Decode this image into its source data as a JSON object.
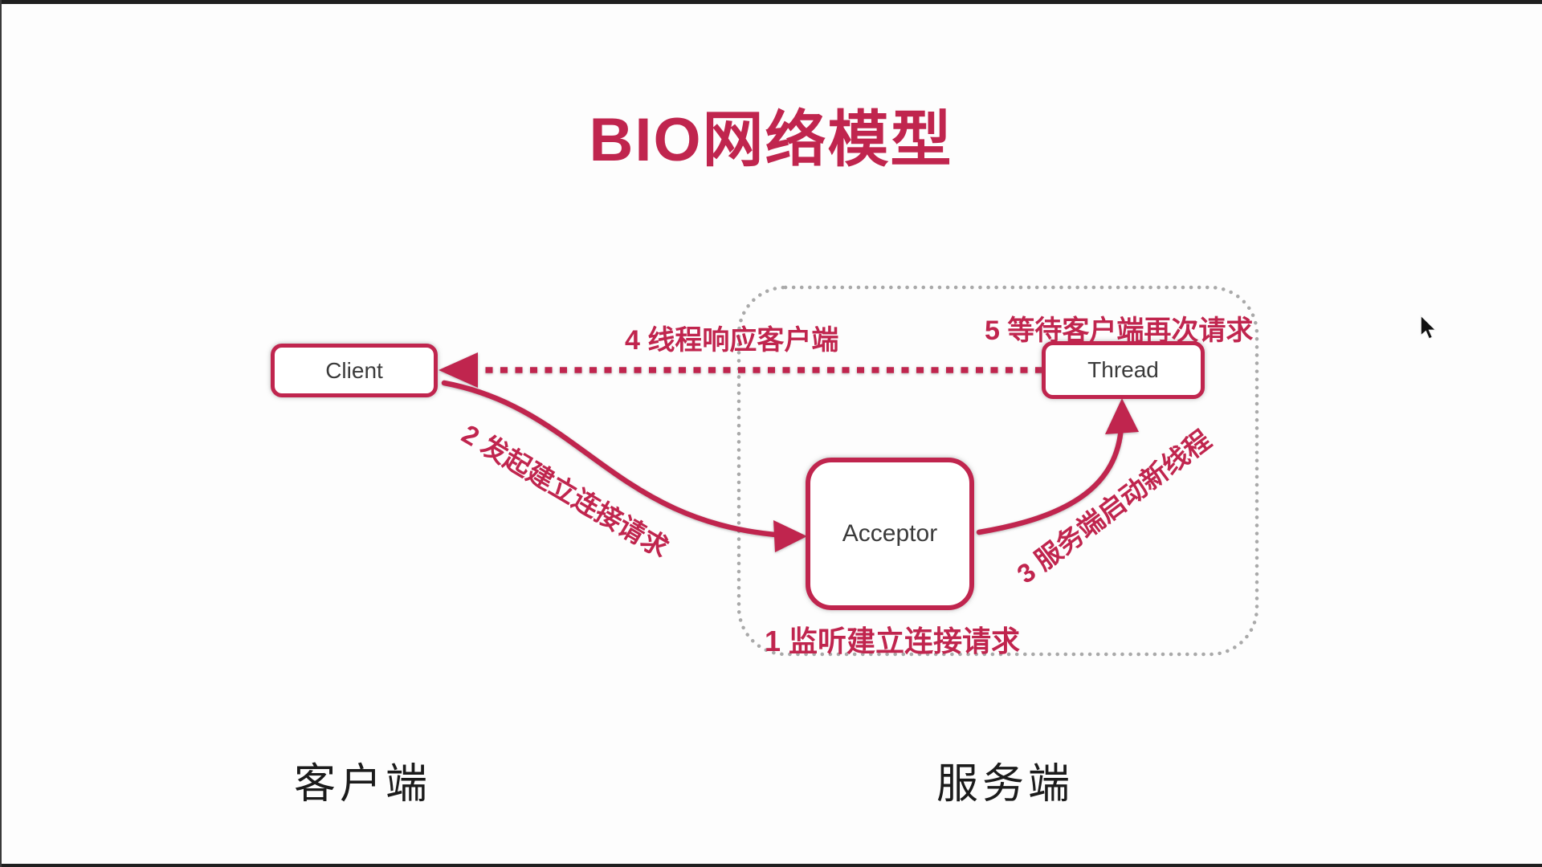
{
  "title": "BIO网络模型",
  "colors": {
    "accent": "#C0254E",
    "box_text": "#3b3b3b",
    "zone_text": "#1b1b1b",
    "container_dots": "#a9a9a9",
    "background": "#fdfdfd"
  },
  "nodes": {
    "client": "Client",
    "thread": "Thread",
    "acceptor": "Acceptor"
  },
  "steps": {
    "s1": "1 监听建立连接请求",
    "s2": "2 发起建立连接请求",
    "s3": "3 服务端启动新线程",
    "s4": "4 线程响应客户端",
    "s5": "5 等待客户端再次请求"
  },
  "zones": {
    "client_side": "客户端",
    "server_side": "服务端"
  },
  "icons": {
    "cursor": "mouse-pointer-icon"
  }
}
